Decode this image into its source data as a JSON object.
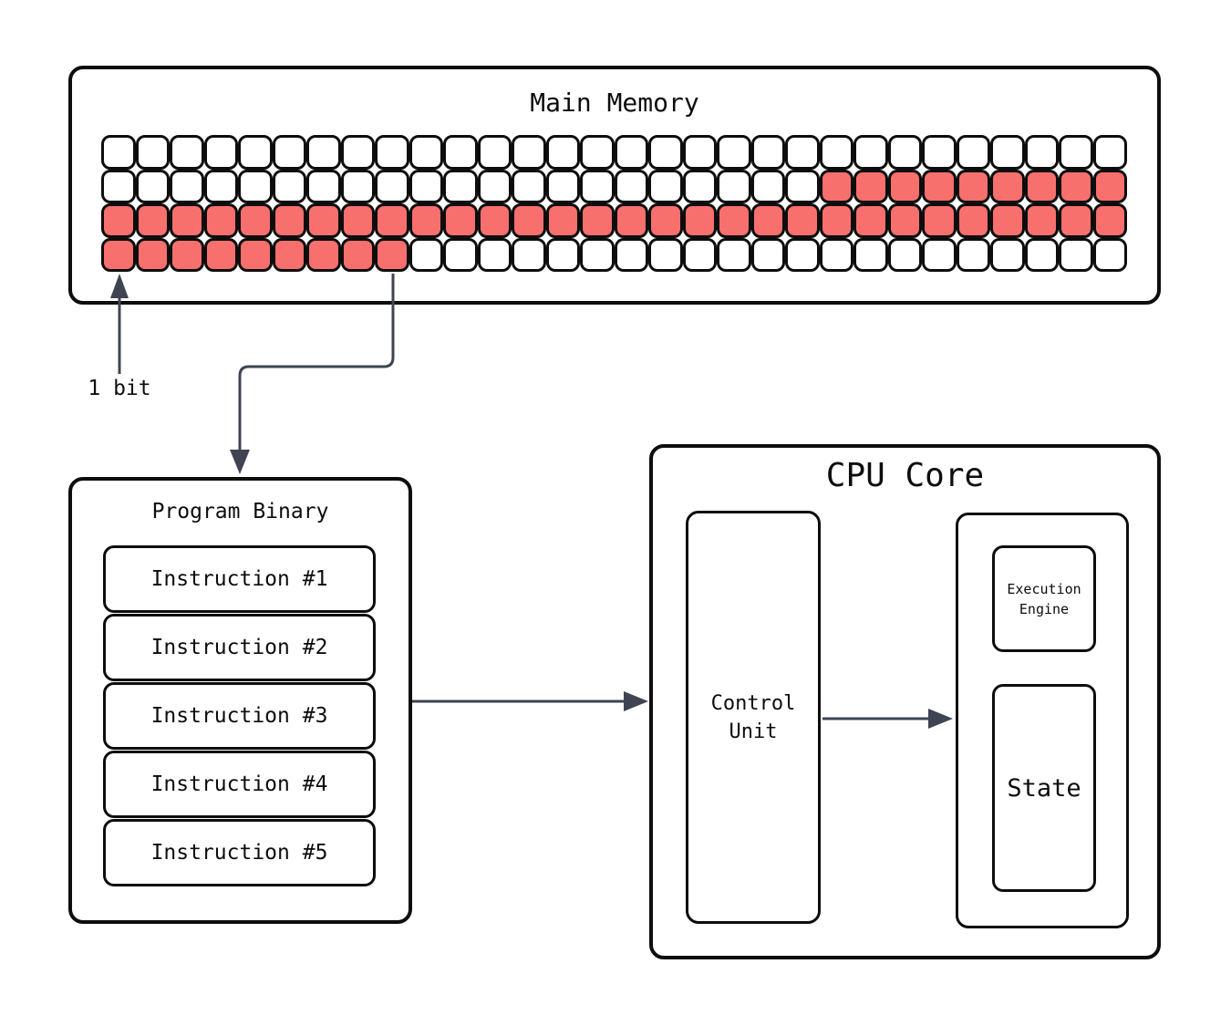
{
  "colors": {
    "outline": "#0d0d0d",
    "arrow": "#3e4451",
    "bit_on": "#f7706e",
    "bit_off": "#ffffff",
    "background": "#ffffff"
  },
  "main_memory": {
    "title": "Main Memory",
    "grid": {
      "columns": 30,
      "rows": [
        [
          0,
          0,
          0,
          0,
          0,
          0,
          0,
          0,
          0,
          0,
          0,
          0,
          0,
          0,
          0,
          0,
          0,
          0,
          0,
          0,
          0,
          0,
          0,
          0,
          0,
          0,
          0,
          0,
          0,
          0
        ],
        [
          0,
          0,
          0,
          0,
          0,
          0,
          0,
          0,
          0,
          0,
          0,
          0,
          0,
          0,
          0,
          0,
          0,
          0,
          0,
          0,
          0,
          1,
          1,
          1,
          1,
          1,
          1,
          1,
          1,
          1
        ],
        [
          1,
          1,
          1,
          1,
          1,
          1,
          1,
          1,
          1,
          1,
          1,
          1,
          1,
          1,
          1,
          1,
          1,
          1,
          1,
          1,
          1,
          1,
          1,
          1,
          1,
          1,
          1,
          1,
          1,
          1
        ],
        [
          1,
          1,
          1,
          1,
          1,
          1,
          1,
          1,
          1,
          0,
          0,
          0,
          0,
          0,
          0,
          0,
          0,
          0,
          0,
          0,
          0,
          0,
          0,
          0,
          0,
          0,
          0,
          0,
          0,
          0
        ]
      ]
    }
  },
  "annotations": {
    "bit_label": "1 bit"
  },
  "program_binary": {
    "title": "Program Binary",
    "instructions": [
      "Instruction #1",
      "Instruction #2",
      "Instruction #3",
      "Instruction #4",
      "Instruction #5"
    ]
  },
  "cpu_core": {
    "title": "CPU Core",
    "control_unit": {
      "line1": "Control",
      "line2": "Unit"
    },
    "execution_engine": {
      "line1": "Execution",
      "line2": "Engine"
    },
    "state_label": "State"
  }
}
